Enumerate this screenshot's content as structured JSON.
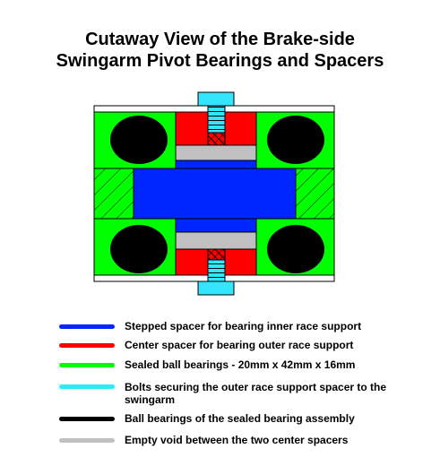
{
  "title_line1": "Cutaway View of the Brake-side",
  "title_line2": "Swingarm Pivot Bearings and Spacers",
  "colors": {
    "stepped_spacer": "#0026ff",
    "center_spacer": "#ff0000",
    "bearing": "#00ff00",
    "bolt": "#33e5ff",
    "ball": "#000000",
    "void": "#c0c0c0",
    "hatch": "#00ff00"
  },
  "legend": [
    {
      "label": "Stepped spacer for bearing inner race support",
      "color": "#0026ff"
    },
    {
      "label": "Center spacer for bearing outer race support",
      "color": "#ff0000"
    },
    {
      "label": "Sealed ball bearings - 20mm x 42mm x 16mm",
      "color": "#00ff00"
    },
    {
      "label": "Bolts securing the outer race support spacer to the\nswingarm",
      "color": "#33e5ff"
    },
    {
      "label": "Ball bearings of the sealed bearing assembly",
      "color": "#000000"
    },
    {
      "label": "Empty void between the two center spacers",
      "color": "#c0c0c0"
    }
  ]
}
